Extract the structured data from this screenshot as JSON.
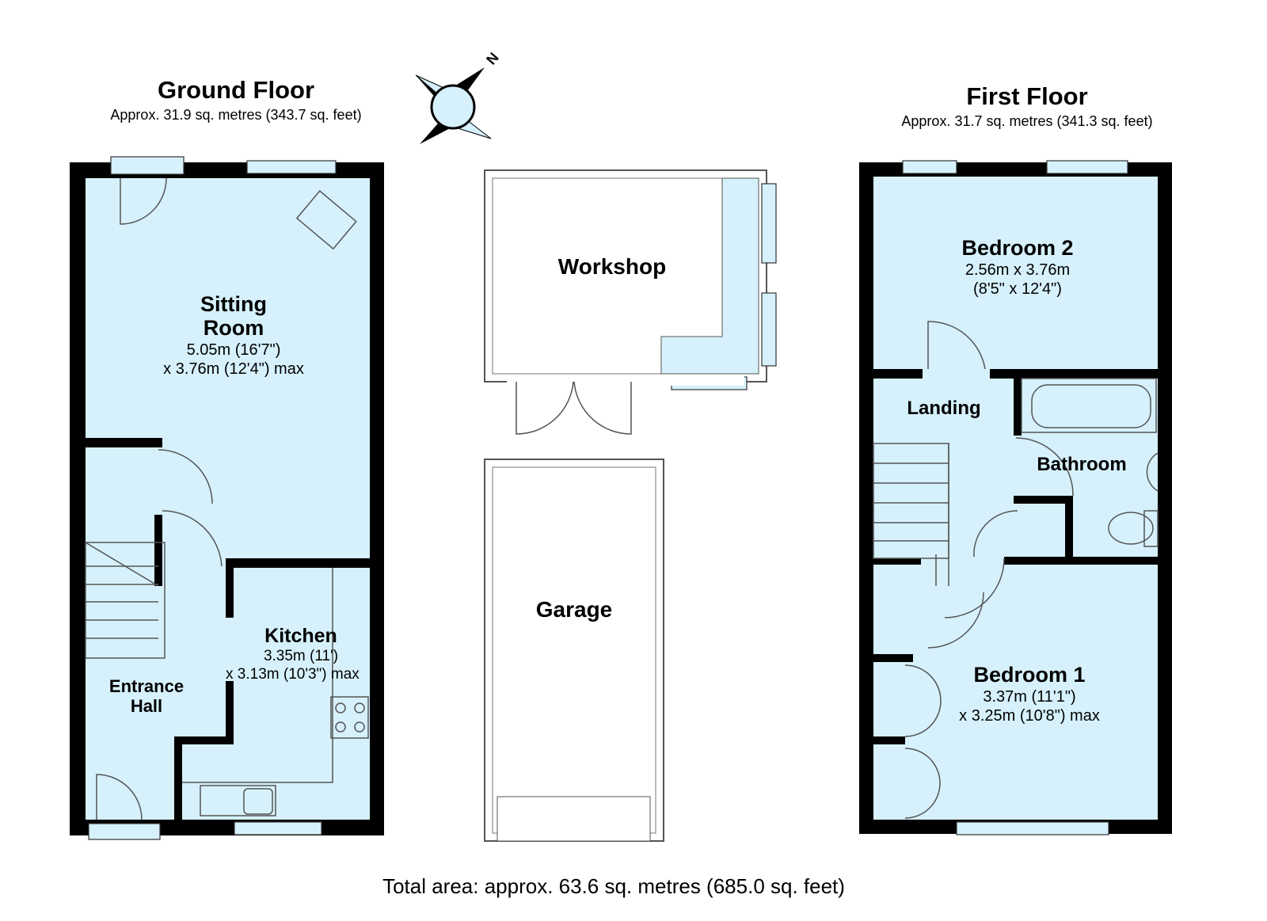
{
  "ground_floor": {
    "title": "Ground Floor",
    "area": "Approx. 31.9 sq. metres (343.7 sq. feet)",
    "sitting_room": {
      "name_line1": "Sitting",
      "name_line2": "Room",
      "dim1": "5.05m (16'7\")",
      "dim2": "x 3.76m (12'4\") max"
    },
    "kitchen": {
      "name": "Kitchen",
      "dim1": "3.35m (11')",
      "dim2": "x 3.13m (10'3\") max"
    },
    "entrance_hall": {
      "name_line1": "Entrance",
      "name_line2": "Hall"
    }
  },
  "outbuildings": {
    "workshop": {
      "name": "Workshop"
    },
    "garage": {
      "name": "Garage"
    }
  },
  "compass": {
    "label": "N"
  },
  "first_floor": {
    "title": "First Floor",
    "area": "Approx. 31.7 sq. metres (341.3 sq. feet)",
    "bedroom2": {
      "name": "Bedroom 2",
      "dim1": "2.56m x 3.76m",
      "dim2": "(8'5\" x 12'4\")"
    },
    "landing": {
      "name": "Landing"
    },
    "bathroom": {
      "name": "Bathroom"
    },
    "bedroom1": {
      "name": "Bedroom 1",
      "dim1": "3.37m (11'1\")",
      "dim2": "x 3.25m (10'8\") max"
    }
  },
  "total_area": "Total area: approx. 63.6 sq. metres (685.0 sq. feet)",
  "colors": {
    "room_fill": "#d6f1fc",
    "wall": "#000000"
  }
}
